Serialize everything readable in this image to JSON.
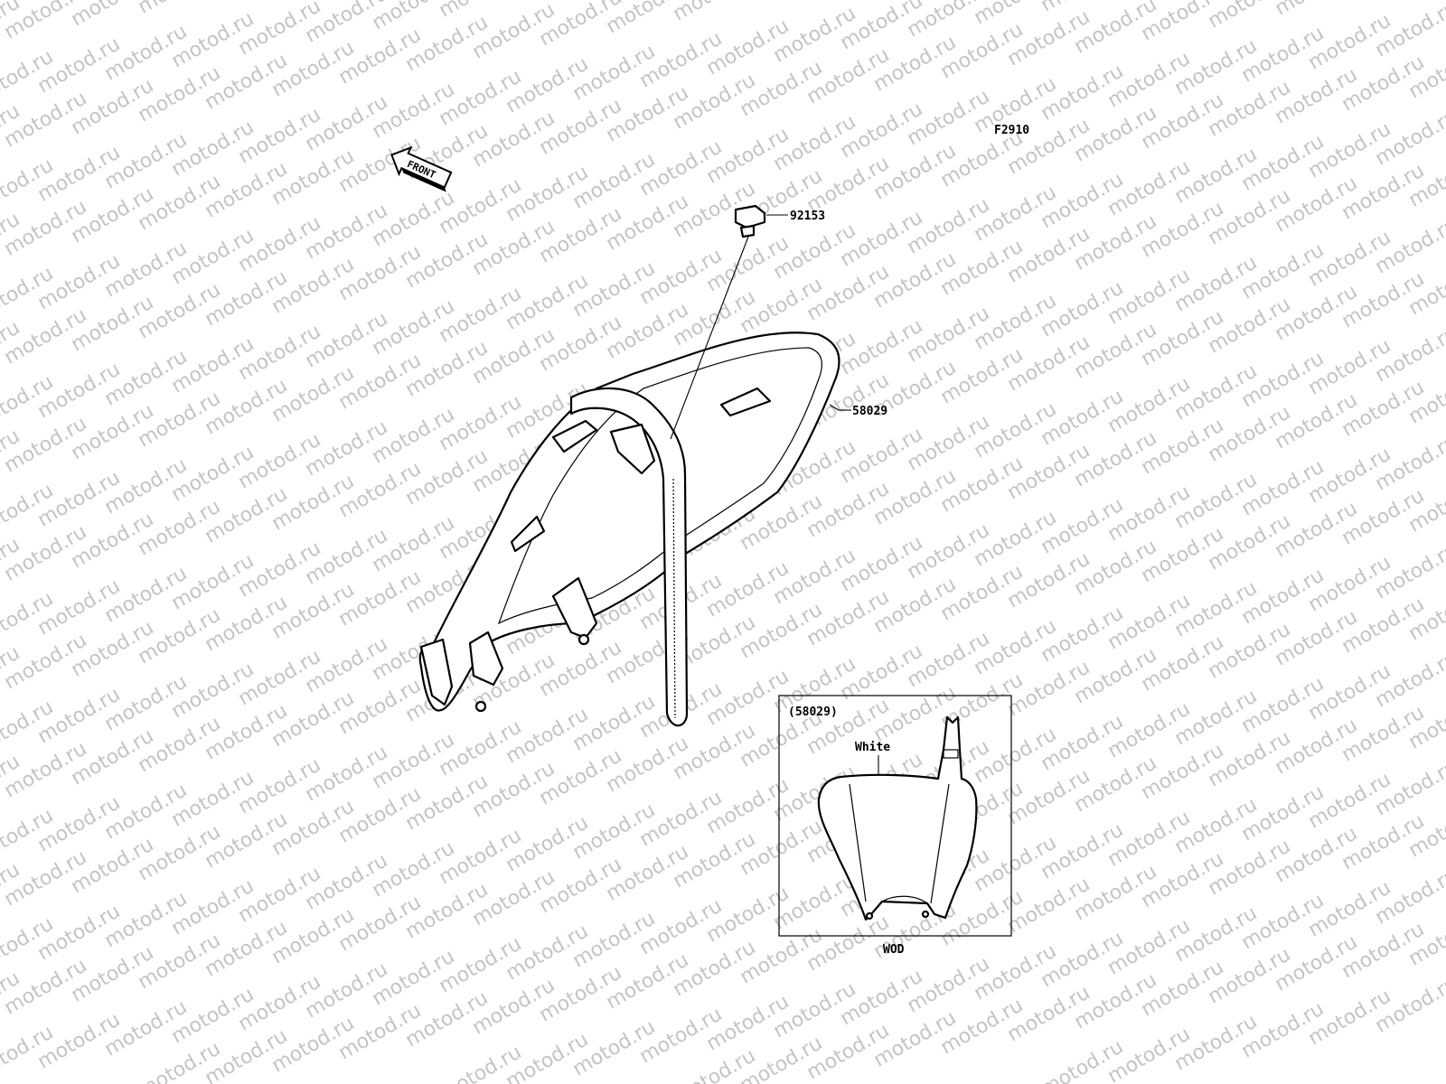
{
  "diagram_code": "F2910",
  "front_label": "FRONT",
  "watermark_text": "motod.ru",
  "callouts": {
    "bolt": "92153",
    "side_cover": "58029"
  },
  "inset": {
    "ref_part": "(58029)",
    "color_note": "White",
    "variant": "WOD"
  }
}
